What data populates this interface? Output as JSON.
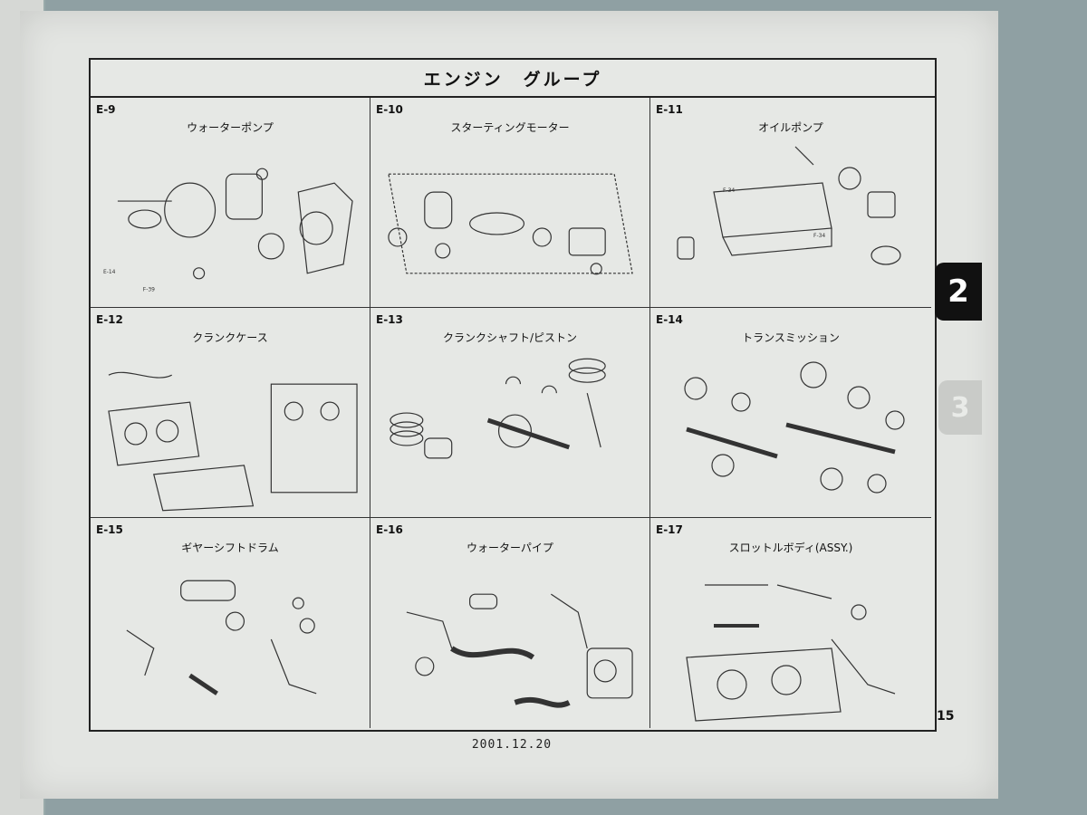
{
  "header": {
    "title": "エンジン　グループ"
  },
  "cells": [
    {
      "code": "E-9",
      "title": "ウォーターポンプ"
    },
    {
      "code": "E-10",
      "title": "スターティングモーター"
    },
    {
      "code": "E-11",
      "title": "オイルポンプ"
    },
    {
      "code": "E-12",
      "title": "クランクケース"
    },
    {
      "code": "E-13",
      "title": "クランクシャフト/ピストン"
    },
    {
      "code": "E-14",
      "title": "トランスミッション"
    },
    {
      "code": "E-15",
      "title": "ギヤーシフトドラム"
    },
    {
      "code": "E-16",
      "title": "ウォーターパイプ"
    },
    {
      "code": "E-17",
      "title": "スロットルボディ(ASSY.)"
    }
  ],
  "section_tab": {
    "active": "2",
    "next": "3"
  },
  "page_number": "15",
  "footer": {
    "date": "2001.12.20"
  }
}
